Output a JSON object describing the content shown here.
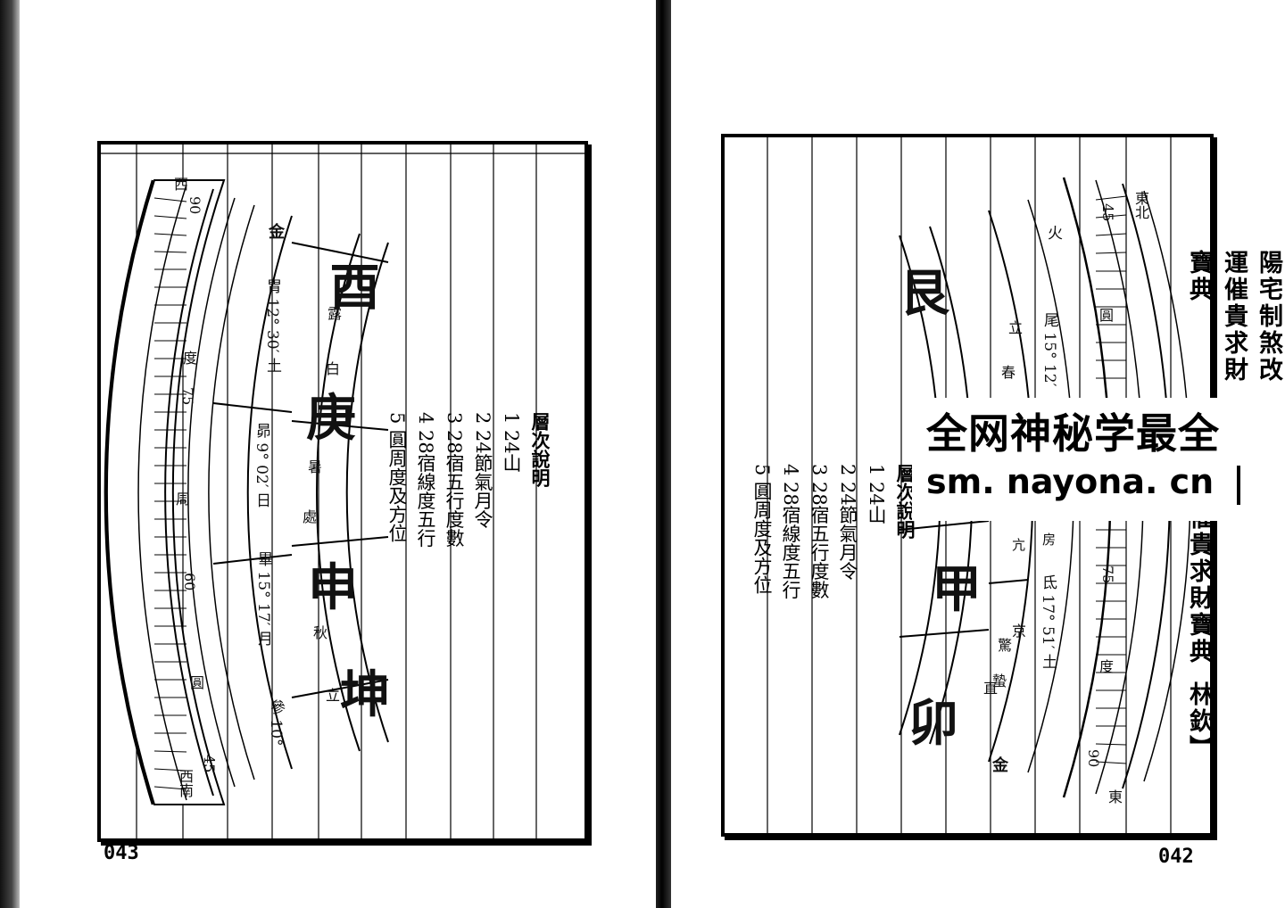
{
  "book": {
    "title": "【靈骨金斗陽宅制煞改運催貴求財寶典",
    "author": "林欽】"
  },
  "watermark": {
    "title": "全网神秘学最全",
    "url": "sm. nayona. cn"
  },
  "left_page": {
    "page_number": "043",
    "legend": {
      "heading": "層次說明",
      "items": [
        "1 24山",
        "2 24節氣月令",
        "3 28宿五行度數",
        "4 28宿線度五行",
        "5 圓周度及方位"
      ]
    },
    "mountains": [
      "酉",
      "庚",
      "申",
      "坤"
    ],
    "solar_terms": [
      "露",
      "白",
      "暑",
      "處",
      "秋",
      "立"
    ],
    "mansions": [
      "金",
      "胃 12° 30′ 土",
      "昴 9° 02′ 日",
      "畢 15° 17′ 月",
      "參 10°"
    ],
    "degrees": [
      "90",
      "75",
      "60",
      "45"
    ],
    "ring_labels": [
      "度",
      "周",
      "圓"
    ],
    "directions": [
      "西",
      "西南"
    ]
  },
  "right_page": {
    "page_number": "042",
    "legend": {
      "heading": "層次說明",
      "items": [
        "1 24山",
        "2 24節氣月令",
        "3 28宿五行度數",
        "4 28宿線度五行",
        "5 圓周度及方位"
      ]
    },
    "mountains": [
      "艮",
      "甲",
      "卯"
    ],
    "solar_terms": [
      "立",
      "春",
      "驚",
      "蟄"
    ],
    "mansions": [
      "火",
      "尾 15° 12′",
      "房",
      "氐 17° 51′ 土",
      "亢",
      "京",
      "直",
      "金"
    ],
    "degrees": [
      "45",
      "75",
      "90"
    ],
    "ring_labels": [
      "圓",
      "度"
    ],
    "directions": [
      "東北",
      "東"
    ],
    "title_tail": "催貴求財寶典"
  }
}
